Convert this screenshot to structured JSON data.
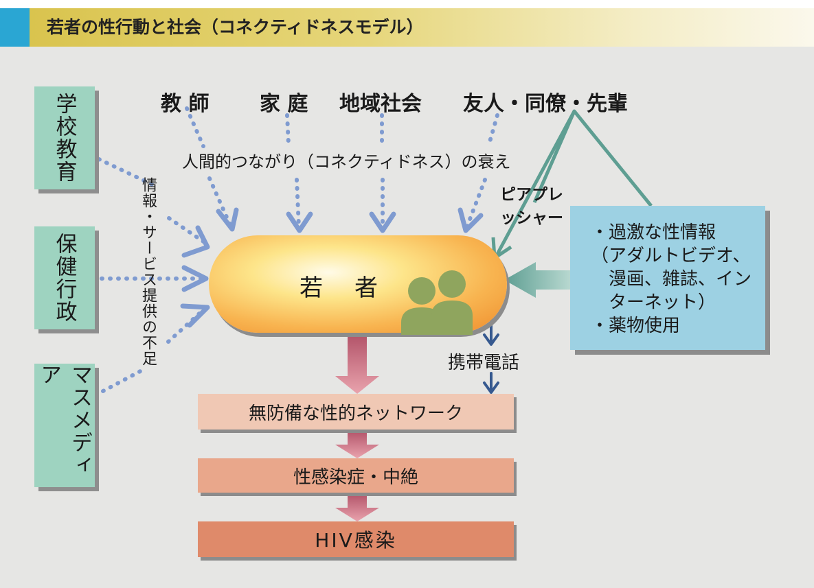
{
  "header": {
    "title": "若者の性行動と社会（コネクティドネスモデル）"
  },
  "left_boxes": [
    "学校教育",
    "保健行政",
    "マスメディア"
  ],
  "top_labels": [
    "教 師",
    "家 庭",
    "地域社会",
    "友人・同僚・先輩"
  ],
  "connectedness_label": "人間的つながり（コネクティドネス）の衰え",
  "info_service_label": "情報・サービス提供の不足",
  "peer_pressure_label": [
    "ピアプレ",
    "ッシャー"
  ],
  "center": {
    "label": "若　者"
  },
  "info_box": {
    "lines": [
      "・過激な性情報",
      "（アダルトビデオ、",
      "漫画、雑誌、イン",
      "ターネット）",
      "・薬物使用"
    ]
  },
  "phone_label": "携帯電話",
  "outcomes": [
    "無防備な性的ネットワーク",
    "性感染症・中絶",
    "HIV感染"
  ],
  "colors": {
    "header_accent": "#2aa6d3",
    "panel_bg": "#e6e6e4",
    "left_box": "#9ed3c0",
    "info_box": "#9dd1e3",
    "arrow_blue": "#7f9bd0",
    "arrow_teal": "#5e9e92",
    "phone_arrow": "#36598f",
    "people_icon": "#8fa55e",
    "outcome_1": "#f0c8b4",
    "outcome_2": "#e9a78b",
    "outcome_3": "#df8a6a"
  }
}
